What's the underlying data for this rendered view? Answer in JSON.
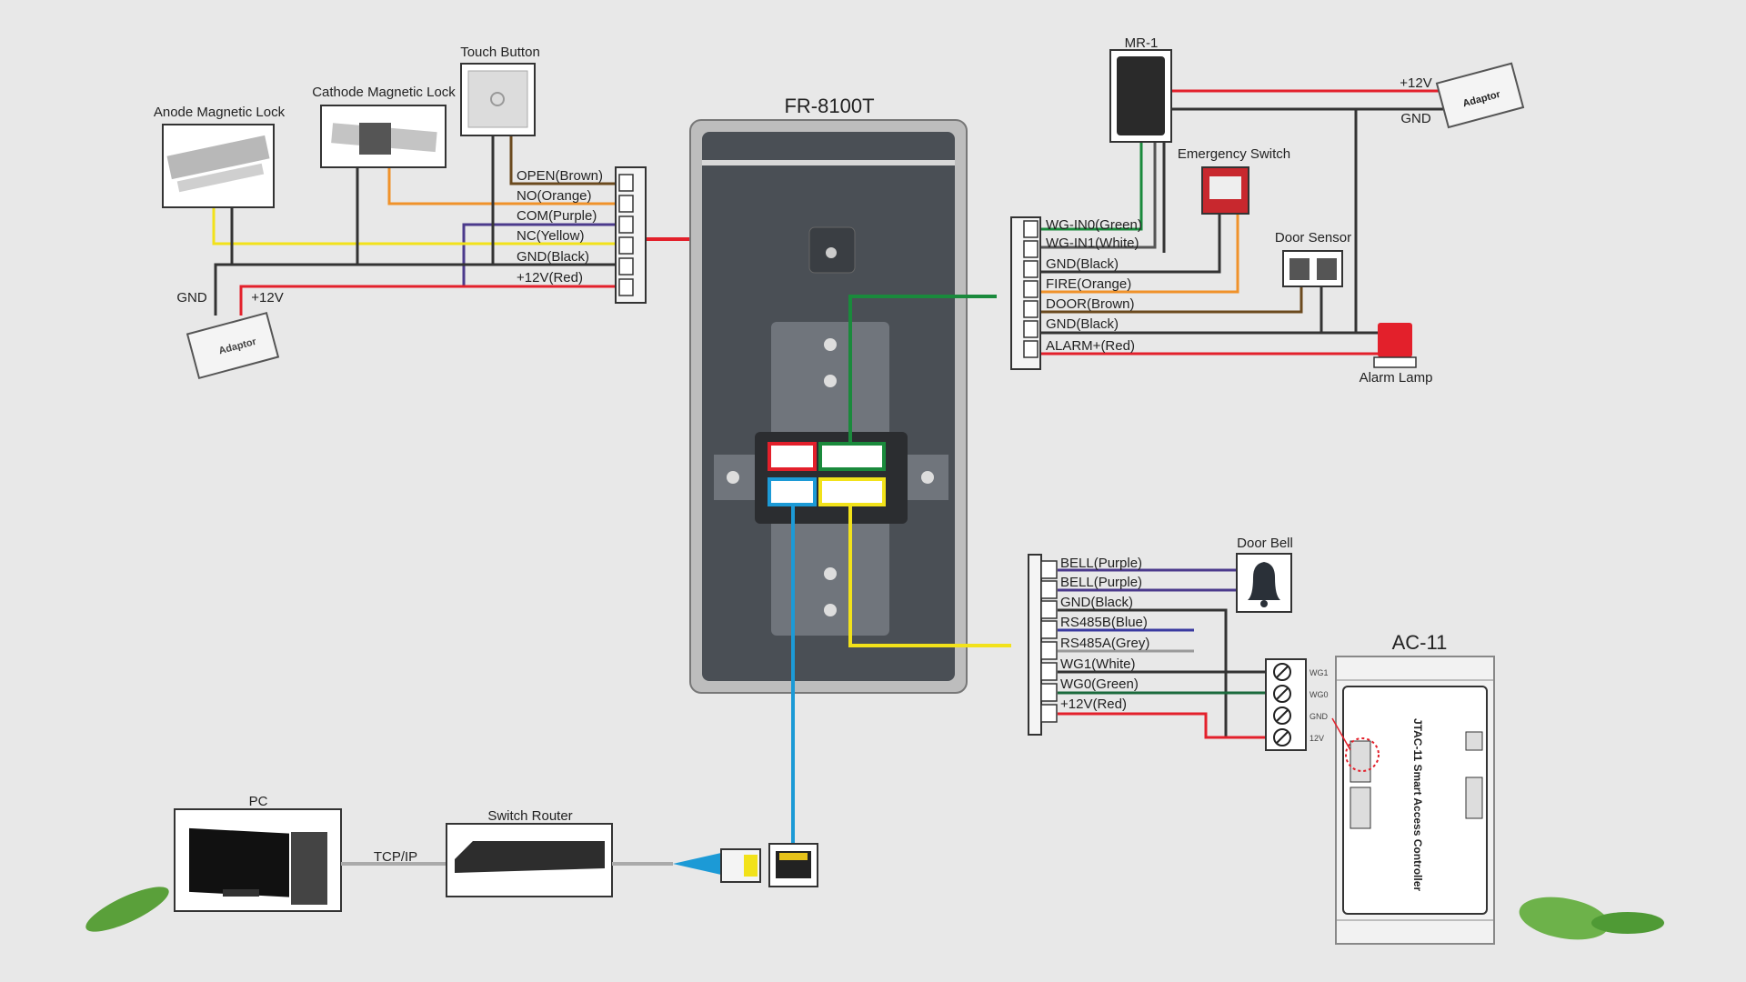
{
  "device": {
    "title": "FR-8100T"
  },
  "left": {
    "anode_lock": "Anode Magnetic Lock",
    "cathode_lock": "Cathode Magnetic Lock",
    "touch_button": "Touch Button",
    "gnd": "GND",
    "v12": "+12V",
    "adaptor": "Adaptor",
    "wires": [
      "OPEN(Brown)",
      "NO(Orange)",
      "COM(Purple)",
      "NC(Yellow)",
      "GND(Black)",
      "+12V(Red)"
    ]
  },
  "right_top": {
    "reader": "MR-1",
    "adaptor": "Adaptor",
    "v12": "+12V",
    "gnd": "GND",
    "emergency_switch": "Emergency Switch",
    "door_sensor": "Door Sensor",
    "alarm_lamp": "Alarm Lamp",
    "wires": [
      "WG-IN0(Green)",
      "WG-IN1(White)",
      "GND(Black)",
      "FIRE(Orange)",
      "DOOR(Brown)",
      "GND(Black)",
      "ALARM+(Red)"
    ]
  },
  "right_bottom": {
    "door_bell": "Door Bell",
    "wires": [
      "BELL(Purple)",
      "BELL(Purple)",
      "GND(Black)",
      "RS485B(Blue)",
      "RS485A(Grey)",
      "WG1(White)",
      "WG0(Green)",
      "+12V(Red)"
    ],
    "terminals": [
      "WG1",
      "WG0",
      "GND",
      "12V"
    ],
    "controller_title": "AC-11",
    "controller_text": "JTAC-11 Smart Access Controller"
  },
  "network": {
    "pc": "PC",
    "link": "TCP/IP",
    "switch": "Switch Router"
  },
  "colors": {
    "red": "#e3202b",
    "green": "#1a8a3c",
    "blue": "#1c9ad6",
    "yellow": "#f2e21a",
    "orange": "#f0922a",
    "purple": "#4b3a8c",
    "brown": "#6b4a1e",
    "black": "#333333",
    "grey": "#9a9a9a"
  }
}
